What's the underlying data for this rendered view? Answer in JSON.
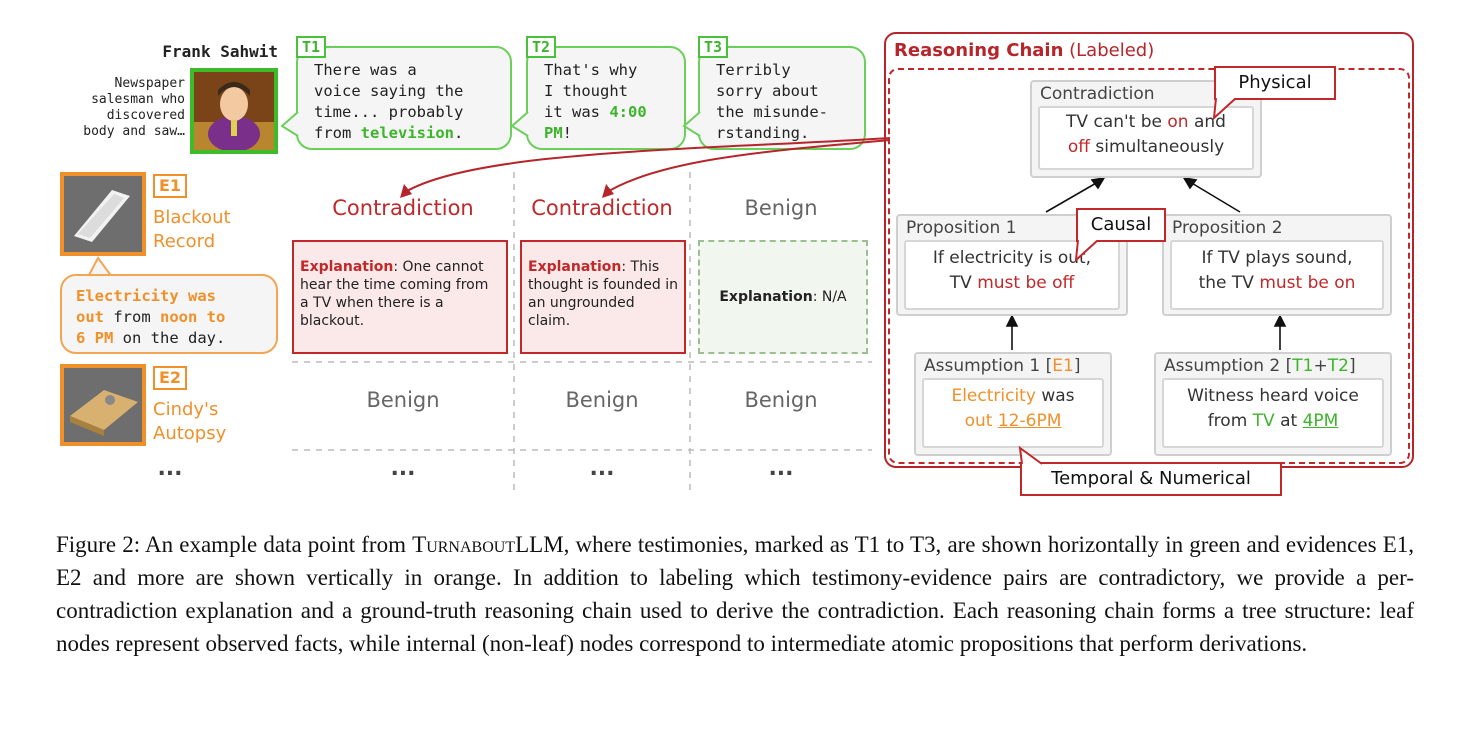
{
  "character": {
    "name": "Frank Sahwit",
    "desc_lines": [
      "Newspaper",
      "salesman who",
      "discovered",
      "body and saw…"
    ]
  },
  "testimonies": [
    {
      "label": "T1",
      "lines": [
        "There was a",
        "voice saying the",
        "time... probably",
        "from "
      ],
      "highlight": "television",
      "after": "."
    },
    {
      "label": "T2",
      "lines": [
        "That's why",
        "I thought",
        "it was "
      ],
      "highlight": "4:00",
      "highlight2": "PM",
      "after": "!"
    },
    {
      "label": "T3",
      "lines": [
        "Terribly",
        "sorry about",
        "the misunde-",
        "rstanding."
      ]
    }
  ],
  "evidences": [
    {
      "label": "E1",
      "title_lines": [
        "Blackout",
        "Record"
      ]
    },
    {
      "label": "E2",
      "title_lines": [
        "Cindy's",
        "Autopsy"
      ]
    }
  ],
  "evidence_bubble": {
    "p1": "Electricity was",
    "p2": "out",
    "p3": " from ",
    "p4": "noon to",
    "p5": "6 PM",
    "p6": " on the day."
  },
  "ellipsis": "...",
  "matrix": {
    "row1": [
      {
        "title": "Contradiction",
        "expl_label": "Explanation",
        "expl_text": ": One cannot hear the time coming from a TV when there is a blackout."
      },
      {
        "title": "Contradiction",
        "expl_label": "Explanation",
        "expl_text": ": This thought is founded in an ungrounded claim."
      },
      {
        "title": "Benign",
        "expl_label": "Explanation",
        "expl_text": ": N/A"
      }
    ],
    "row2": [
      "Benign",
      "Benign",
      "Benign"
    ]
  },
  "reasoning_chain": {
    "title": "Reasoning Chain",
    "title_suffix": " (Labeled)",
    "contradiction": {
      "header": "Contradiction",
      "l1a": "TV can't be ",
      "l1b": "on",
      "l1c": " and",
      "l2a": "off",
      "l2b": " simultaneously"
    },
    "prop1": {
      "header": "Proposition 1",
      "l1": "If electricity is out,",
      "l2a": "TV ",
      "l2b": "must be off"
    },
    "prop2": {
      "header": "Proposition 2",
      "l1": "If TV plays sound,",
      "l2a": "the TV ",
      "l2b": "must be on"
    },
    "assump1": {
      "header_a": "Assumption 1 [",
      "header_b": "E1",
      "header_c": "]",
      "l1a": "Electricity",
      "l1b": " was",
      "l2a": "out ",
      "l2b": "12-6PM"
    },
    "assump2": {
      "header_a": "Assumption 2 [",
      "header_b": "T1",
      "header_c": "+",
      "header_d": "T2",
      "header_e": "]",
      "l1": "Witness heard voice",
      "l2a": "from ",
      "l2b": "TV",
      "l2c": " at ",
      "l2d": "4PM"
    },
    "callouts": {
      "physical": "Physical",
      "causal": "Causal",
      "temporal": "Temporal & Numerical"
    }
  },
  "caption": {
    "a": "Figure 2:  An example data point from ",
    "b": "Turnabout",
    "c": "LLM, where testimonies, marked as T1 to T3, are shown horizontally in green and evidences E1, E2 and more are shown vertically in orange. In addition to labeling which testimony-evidence pairs are contradictory, we provide a per-contradiction explanation and a ground-truth reasoning chain used to derive the contradiction. Each reasoning chain forms a tree structure: leaf nodes represent observed facts, while internal (non-leaf) nodes correspond to intermediate atomic propositions that perform derivations."
  },
  "colors": {
    "green": "#3cb52a",
    "orange": "#f0902a",
    "red": "#c0282a"
  }
}
